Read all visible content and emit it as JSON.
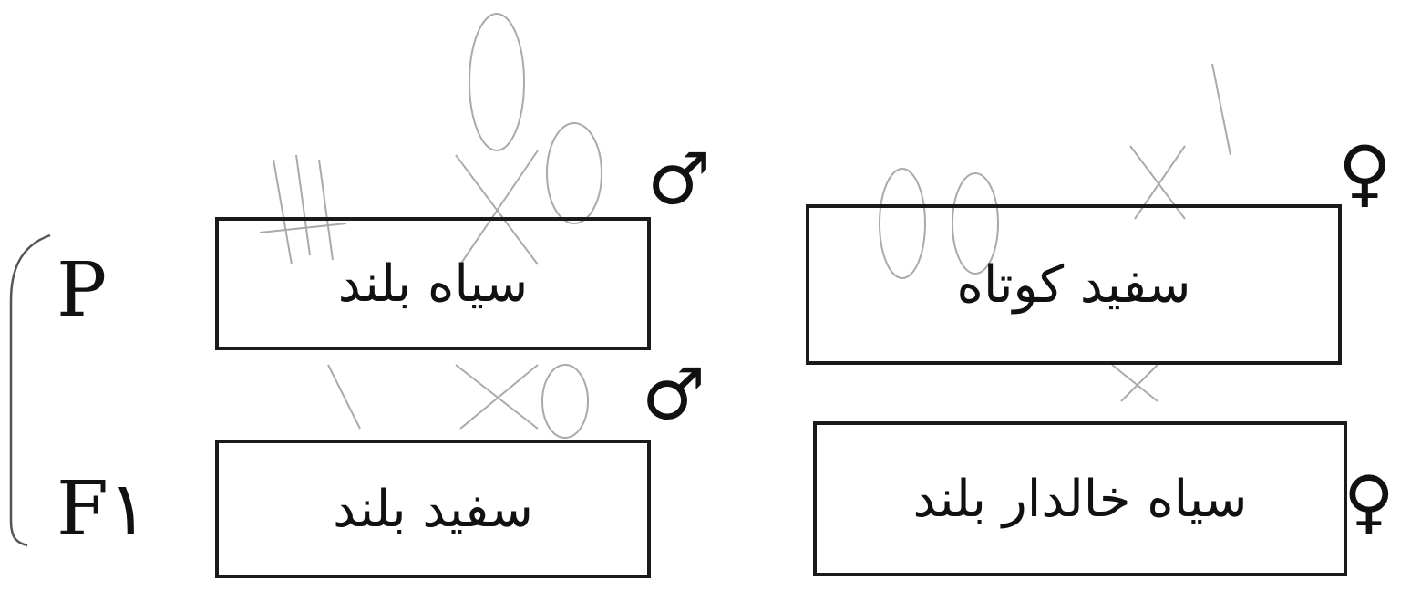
{
  "generations": {
    "parental": "P",
    "filial": "F١"
  },
  "parents": {
    "male": {
      "label": "سیاه بلند",
      "symbol": "♂"
    },
    "female": {
      "label": "سفید کوتاه",
      "symbol": "♀"
    }
  },
  "offspring": {
    "male": {
      "label": "سفید بلند",
      "symbol": "♂"
    },
    "female": {
      "label": "سیاه خالدار بلند",
      "symbol": "♀"
    }
  },
  "colors": {
    "ink": "#1a1a1a",
    "sketch": "#9a9a9a"
  }
}
